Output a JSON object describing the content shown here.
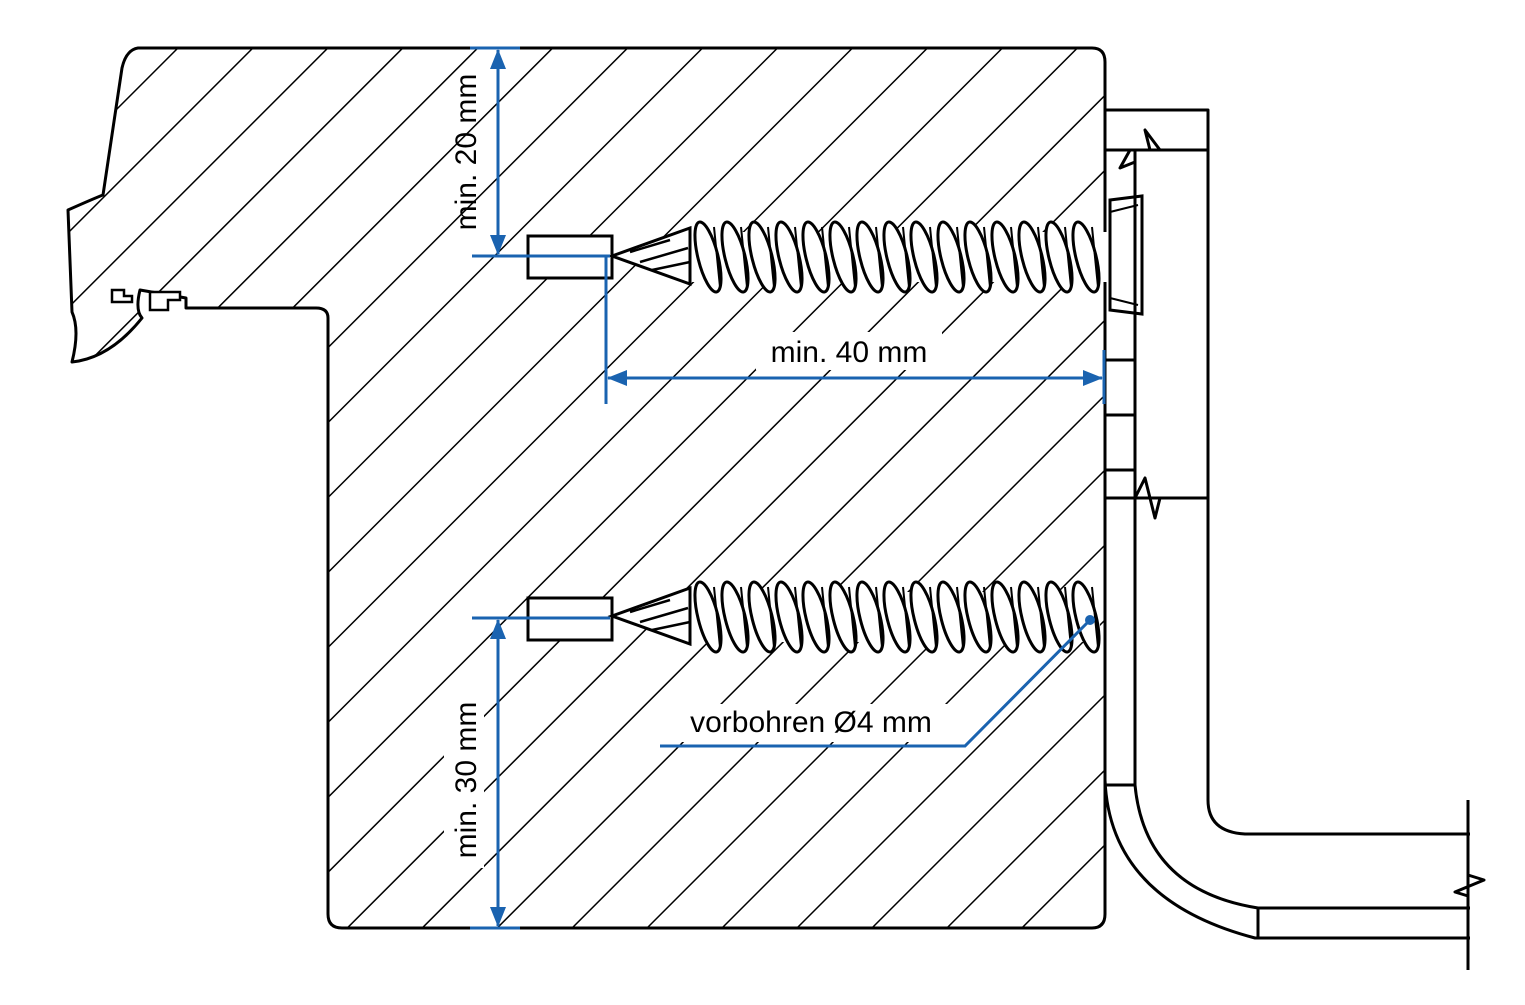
{
  "dimensions": {
    "top_edge_distance": "min. 20 mm",
    "screw_depth": "min. 40 mm",
    "bottom_edge_distance": "min. 30 mm",
    "predrill": "vorbohren Ø4 mm"
  },
  "colors": {
    "line": "#000000",
    "dimension": "#1a63b0",
    "background": "#ffffff"
  }
}
